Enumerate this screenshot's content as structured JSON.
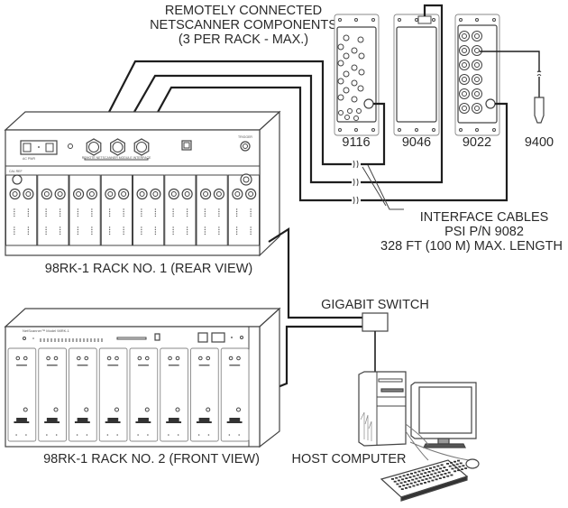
{
  "title_label": {
    "lines": [
      "REMOTELY CONNECTED",
      "NETSCANNER COMPONENTS",
      "(3 PER RACK - MAX.)"
    ]
  },
  "remote_modules": [
    {
      "model": "9116",
      "type": "pressure-scanner"
    },
    {
      "model": "9046",
      "type": "blank-module"
    },
    {
      "model": "9022",
      "type": "connector-module"
    },
    {
      "model": "9400",
      "type": "probe"
    }
  ],
  "interface_cables_label": {
    "lines": [
      "INTERFACE CABLES",
      "PSI P/N 9082",
      "328 FT (100 M) MAX. LENGTH"
    ]
  },
  "rack_rear": {
    "caption": "98RK-1 RACK NO. 1 (REAR VIEW)",
    "slot_count": 8,
    "remote_connector_count": 3,
    "small_labels": {
      "ac_power": "AC PWR",
      "remote_interface": "REMOTE NETSCANNER MODULE INTERFACE",
      "trigger": "TRIGGER",
      "cal_ref": "CAL REF"
    }
  },
  "rack_front": {
    "caption": "98RK-1 RACK NO. 2 (FRONT VIEW)",
    "brand": "NetScanner™ Model 98RK-1",
    "slot_count": 8
  },
  "gigabit_switch": {
    "label": "GIGABIT SWITCH"
  },
  "host_computer": {
    "label": "HOST COMPUTER"
  },
  "colors": {
    "line": "#1e1e1e",
    "text": "#2a2a2a",
    "background": "#ffffff"
  }
}
